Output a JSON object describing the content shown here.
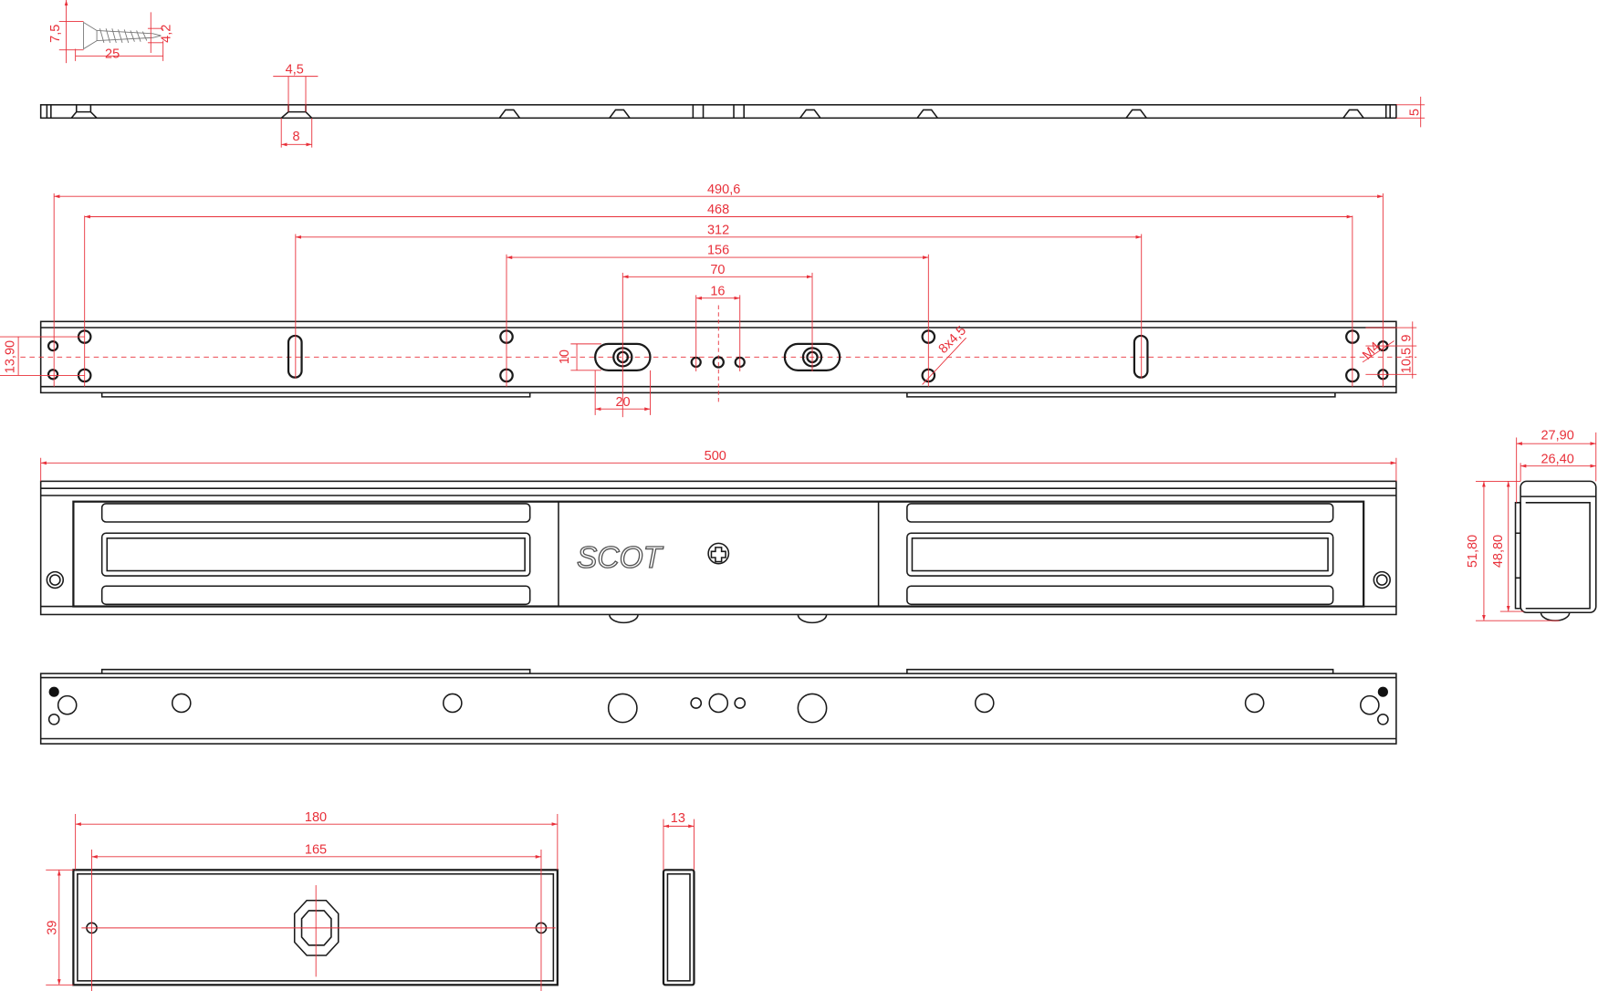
{
  "colors": {
    "dimension": "#e8303a",
    "outline": "#1a1a1a"
  },
  "brand": {
    "logo": "SCOT"
  },
  "screw": {
    "head_dia": "7,5",
    "length": "25",
    "shank_dia": "4,2"
  },
  "top_profile": {
    "hole_dia": "4,5",
    "countersink_dia": "8",
    "thickness": "5"
  },
  "mount_plate": {
    "overall": "490,6",
    "d468": "468",
    "d312": "312",
    "d156": "156",
    "d70": "70",
    "d16": "16",
    "hole_height": "13,90",
    "slot_height": "10",
    "slot_width": "20",
    "holes": "8x4,5",
    "thread": "M4",
    "d9": "9",
    "d10_5": "10,5"
  },
  "front_view": {
    "length": "500"
  },
  "side_view": {
    "width_outer": "27,90",
    "width_inner": "26,40",
    "height_outer": "51,80",
    "height_inner": "48,80"
  },
  "armature": {
    "length": "180",
    "hole_spacing": "165",
    "height": "39",
    "thickness": "13"
  }
}
